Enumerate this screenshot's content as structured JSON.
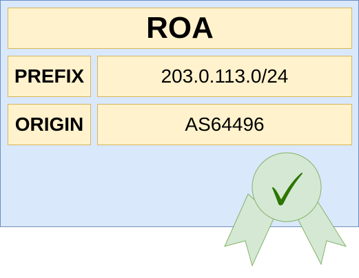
{
  "roa": {
    "title": "ROA",
    "rows": [
      {
        "label": "PREFIX",
        "value": "203.0.113.0/24"
      },
      {
        "label": "ORIGIN",
        "value": "AS64496"
      }
    ]
  },
  "badge": {
    "icon": "checkmark-rosette-icon",
    "status": "valid"
  },
  "colors": {
    "panel_fill": "#dae8fc",
    "panel_border": "#6c8ebf",
    "box_fill": "#fff2cc",
    "box_border": "#d6b656",
    "badge_fill": "#d5e8d4",
    "badge_border": "#82b366",
    "check_color": "#2d7600"
  }
}
